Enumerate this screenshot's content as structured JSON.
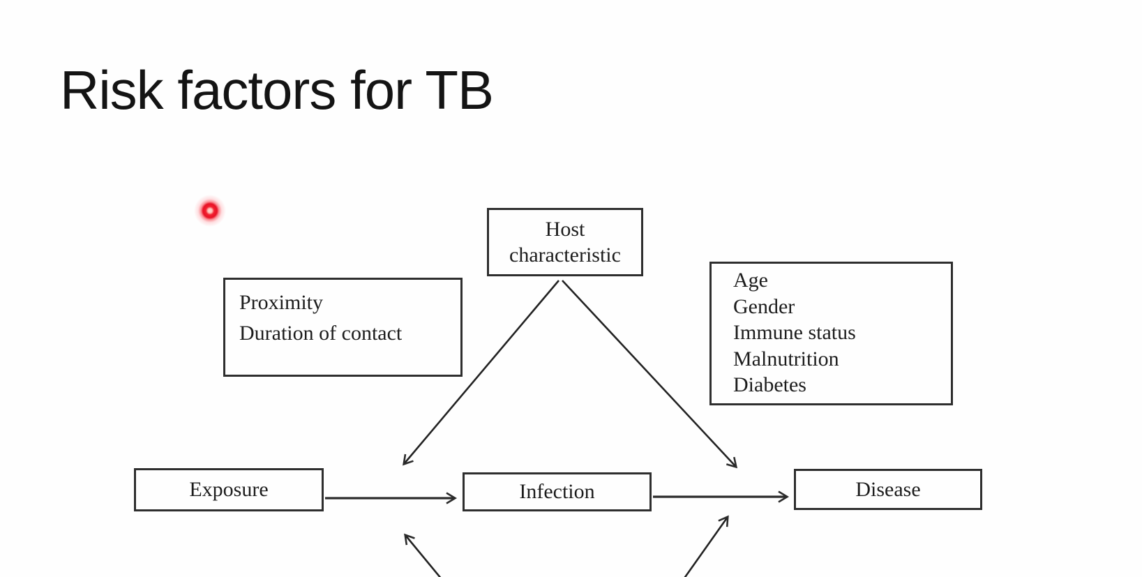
{
  "slide": {
    "title": "Risk factors for TB"
  },
  "diagram": {
    "boxes": {
      "host_characteristic": {
        "line1": "Host",
        "line2": "characteristic"
      },
      "exposure_factors": {
        "line1": "Proximity",
        "line2": "Duration of contact"
      },
      "host_factors": {
        "items": [
          "Age",
          "Gender",
          "Immune status",
          "Malnutrition",
          "Diabetes"
        ]
      },
      "exposure": {
        "label": "Exposure"
      },
      "infection": {
        "label": "Infection"
      },
      "disease": {
        "label": "Disease"
      }
    },
    "connections": [
      {
        "from": "Exposure",
        "to": "Infection"
      },
      {
        "from": "Infection",
        "to": "Disease"
      },
      {
        "from": "Host characteristic",
        "to": "Infection"
      },
      {
        "from": "Host characteristic",
        "to": "Disease"
      },
      {
        "from": "off-screen bottom",
        "to": "Infection"
      },
      {
        "from": "off-screen bottom",
        "to": "Disease"
      }
    ],
    "colors": {
      "line": "#2b2b2b",
      "text": "#1b1b1b",
      "laser": "#ee1b2d"
    }
  }
}
